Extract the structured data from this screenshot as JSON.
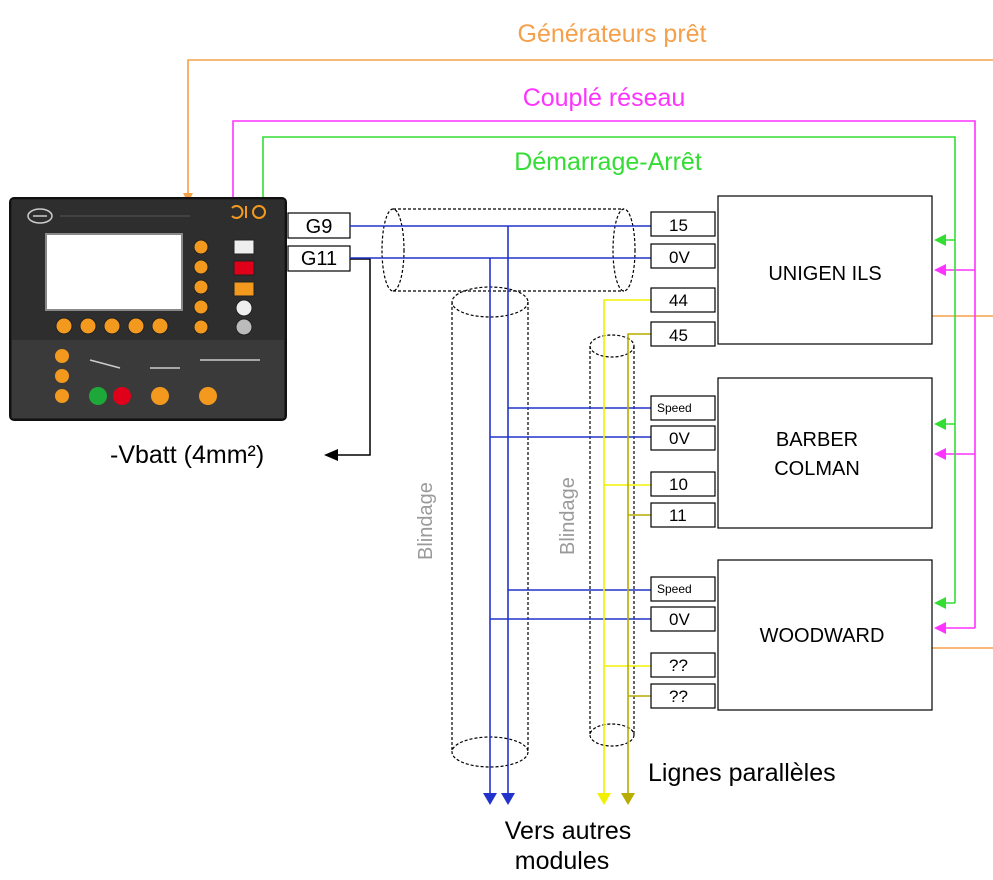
{
  "colors": {
    "generateurs": "#f5a04a",
    "couple": "#ff33ff",
    "demarrage": "#33dd33",
    "blue": "#2233cc",
    "yellow": "#f2f000",
    "olive": "#b8ac00",
    "shield": "#9a9a9a"
  },
  "signals": {
    "generateurs_pret": "Générateurs prêt",
    "couple_reseau": "Couplé réseau",
    "demarrage_arret": "Démarrage-Arrêt"
  },
  "controller": {
    "terminals": [
      "G9",
      "G11"
    ],
    "vbatt": "-Vbatt (4mm²)"
  },
  "shielding": {
    "label1": "Blindage",
    "label2": "Blindage"
  },
  "devices": {
    "unigen": {
      "name": "UNIGEN ILS",
      "terminals": [
        "15",
        "0V",
        "44",
        "45"
      ]
    },
    "barber": {
      "name_line1": "BARBER",
      "name_line2": "COLMAN",
      "terminals": [
        "Speed",
        "0V",
        "10",
        "11"
      ]
    },
    "woodward": {
      "name": "WOODWARD",
      "terminals": [
        "Speed",
        "0V",
        "??",
        "??"
      ]
    }
  },
  "footer": {
    "lignes_paralleles": "Lignes parallèles",
    "vers_line1": "Vers autres",
    "vers_line2": "modules"
  }
}
